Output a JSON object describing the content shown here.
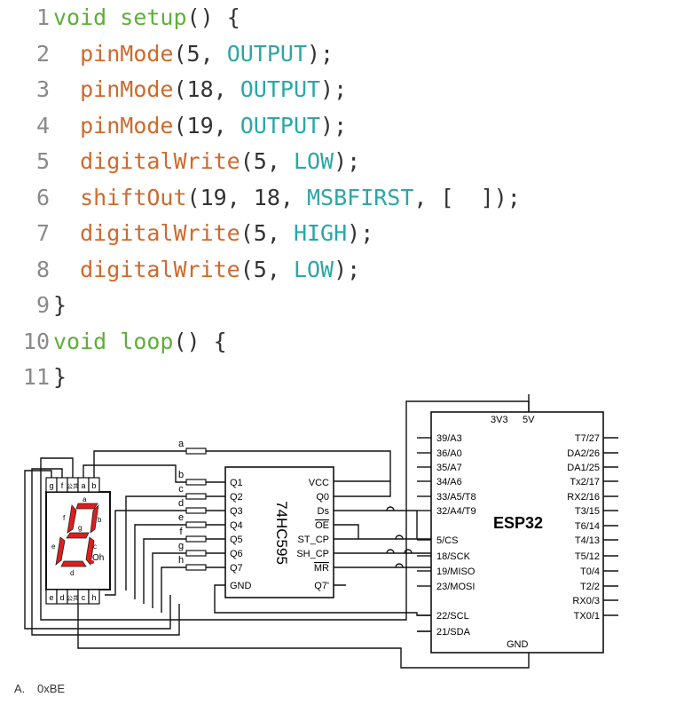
{
  "code": {
    "lines": [
      {
        "n": "1",
        "parts": [
          {
            "t": "void",
            "c": "kw"
          },
          {
            "t": " ",
            "c": "pl"
          },
          {
            "t": "setup",
            "c": "kw"
          },
          {
            "t": "() {",
            "c": "pl"
          }
        ]
      },
      {
        "n": "2",
        "parts": [
          {
            "t": "  ",
            "c": "pl"
          },
          {
            "t": "pinMode",
            "c": "fn"
          },
          {
            "t": "(5, ",
            "c": "pl"
          },
          {
            "t": "OUTPUT",
            "c": "cst"
          },
          {
            "t": ");",
            "c": "pl"
          }
        ]
      },
      {
        "n": "3",
        "parts": [
          {
            "t": "  ",
            "c": "pl"
          },
          {
            "t": "pinMode",
            "c": "fn"
          },
          {
            "t": "(18, ",
            "c": "pl"
          },
          {
            "t": "OUTPUT",
            "c": "cst"
          },
          {
            "t": ");",
            "c": "pl"
          }
        ]
      },
      {
        "n": "4",
        "parts": [
          {
            "t": "  ",
            "c": "pl"
          },
          {
            "t": "pinMode",
            "c": "fn"
          },
          {
            "t": "(19, ",
            "c": "pl"
          },
          {
            "t": "OUTPUT",
            "c": "cst"
          },
          {
            "t": ");",
            "c": "pl"
          }
        ]
      },
      {
        "n": "5",
        "parts": [
          {
            "t": "  ",
            "c": "pl"
          },
          {
            "t": "digitalWrite",
            "c": "fn"
          },
          {
            "t": "(5, ",
            "c": "pl"
          },
          {
            "t": "LOW",
            "c": "cst"
          },
          {
            "t": ");",
            "c": "pl"
          }
        ]
      },
      {
        "n": "6",
        "parts": [
          {
            "t": "  ",
            "c": "pl"
          },
          {
            "t": "shiftOut",
            "c": "fn"
          },
          {
            "t": "(19, 18, ",
            "c": "pl"
          },
          {
            "t": "MSBFIRST",
            "c": "cst"
          },
          {
            "t": ", [  ]);",
            "c": "pl"
          }
        ]
      },
      {
        "n": "7",
        "parts": [
          {
            "t": "  ",
            "c": "pl"
          },
          {
            "t": "digitalWrite",
            "c": "fn"
          },
          {
            "t": "(5, ",
            "c": "pl"
          },
          {
            "t": "HIGH",
            "c": "cst"
          },
          {
            "t": ");",
            "c": "pl"
          }
        ]
      },
      {
        "n": "8",
        "parts": [
          {
            "t": "  ",
            "c": "pl"
          },
          {
            "t": "digitalWrite",
            "c": "fn"
          },
          {
            "t": "(5, ",
            "c": "pl"
          },
          {
            "t": "LOW",
            "c": "cst"
          },
          {
            "t": ");",
            "c": "pl"
          }
        ]
      },
      {
        "n": "9",
        "parts": [
          {
            "t": "}",
            "c": "pl"
          }
        ]
      },
      {
        "n": "10",
        "parts": [
          {
            "t": "void",
            "c": "kw"
          },
          {
            "t": " ",
            "c": "pl"
          },
          {
            "t": "loop",
            "c": "kw"
          },
          {
            "t": "() {",
            "c": "pl"
          }
        ]
      },
      {
        "n": "11",
        "parts": [
          {
            "t": "}",
            "c": "pl"
          }
        ]
      }
    ],
    "colors": {
      "keyword": "#5fae3a",
      "function": "#d0692b",
      "constant": "#2aa7a5",
      "plain": "#333333",
      "line_number": "#8a8a8a"
    }
  },
  "circuit": {
    "display_labels": {
      "top_pins": [
        "g",
        "f",
        "公共",
        "a",
        "b"
      ],
      "bottom_pins": [
        "e",
        "d",
        "公共",
        "c",
        "h"
      ],
      "segments": [
        "a",
        "b",
        "c",
        "d",
        "e",
        "f",
        "g"
      ],
      "dp": "Oh"
    },
    "wire_labels": [
      "a",
      "b",
      "c",
      "d",
      "e",
      "f",
      "g",
      "h"
    ],
    "shift_register": {
      "name": "74HC595",
      "left_pins": [
        "Q1",
        "Q2",
        "Q3",
        "Q4",
        "Q5",
        "Q6",
        "Q7",
        "GND"
      ],
      "right_pins": [
        "VCC",
        "Q0",
        "Ds",
        "OE",
        "ST_CP",
        "SH_CP",
        "MR",
        "Q7'"
      ]
    },
    "esp32": {
      "name": "ESP32",
      "top_pins": [
        "3V3",
        "5V"
      ],
      "left_pins": [
        "39/A3",
        "36/A0",
        "35/A7",
        "34/A6",
        "33/A5/T8",
        "32/A4/T9",
        "5/CS",
        "18/SCK",
        "19/MISO",
        "23/MOSI",
        "22/SCL",
        "21/SDA"
      ],
      "right_pins": [
        "T7/27",
        "DA2/26",
        "DA1/25",
        "Tx2/17",
        "RX2/16",
        "T3/15",
        "T6/14",
        "T4/13",
        "T5/12",
        "T0/4",
        "T2/2",
        "RX0/3",
        "TX0/1"
      ],
      "bottom_pin": "GND"
    },
    "segment_color": "#e01d1d"
  },
  "answer": {
    "letter": "A.",
    "value": "0xBE"
  }
}
